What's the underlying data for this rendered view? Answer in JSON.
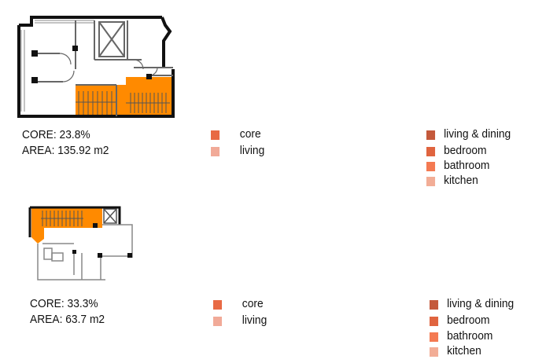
{
  "colors": {
    "core": "#e86a44",
    "living": "#f1aa98",
    "living_dining": "#c4593b",
    "bedroom": "#e0643f",
    "bathroom": "#f47a52",
    "kitchen": "#f2ad96",
    "highlight": "#ff8a00"
  },
  "unit1": {
    "core_text": "CORE: 23.8%",
    "area_text": "AREA: 135.92 m2",
    "legend_a": [
      {
        "key": "core",
        "label": "core"
      },
      {
        "key": "living",
        "label": "living"
      }
    ],
    "legend_b": [
      {
        "key": "living_dining",
        "label": "living & dining"
      },
      {
        "key": "bedroom",
        "label": "bedroom"
      },
      {
        "key": "bathroom",
        "label": "bathroom"
      },
      {
        "key": "kitchen",
        "label": "kitchen"
      }
    ]
  },
  "unit2": {
    "core_text": "CORE: 33.3%",
    "area_text": "AREA: 63.7 m2",
    "legend_a": [
      {
        "key": "core",
        "label": "core"
      },
      {
        "key": "living",
        "label": "living"
      }
    ],
    "legend_b": [
      {
        "key": "living_dining",
        "label": "living & dining"
      },
      {
        "key": "bedroom",
        "label": "bedroom"
      },
      {
        "key": "bathroom",
        "label": "bathroom"
      },
      {
        "key": "kitchen",
        "label": "kitchen"
      }
    ]
  }
}
